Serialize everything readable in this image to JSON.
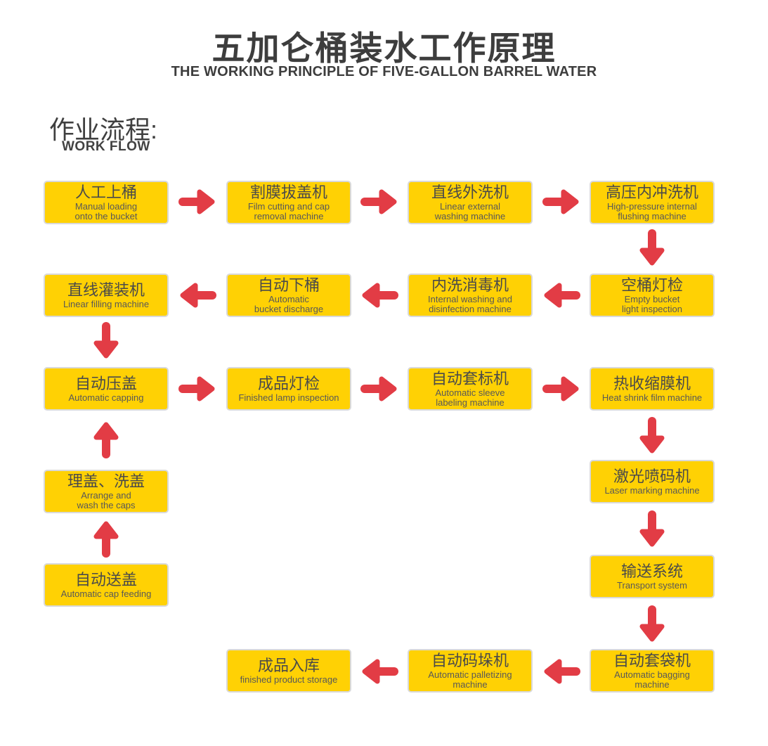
{
  "header": {
    "title_zh": "五加仑桶装水工作原理",
    "subtitle_en": "THE WORKING PRINCIPLE OF FIVE-GALLON BARREL WATER"
  },
  "section": {
    "label_zh": "作业流程:",
    "label_en": "WORK FLOW"
  },
  "colors": {
    "box_fill": "#FFD104",
    "box_border": "#D9D9D9",
    "arrow_red": "#E23C45",
    "title_text": "#3D3D3D",
    "box_title_text": "#4A4A4A",
    "box_subtitle_text": "#585858"
  },
  "flow": {
    "nodes": [
      {
        "id": "manual-loading",
        "title": "人工上桶",
        "subtitle_lines": [
          "Manual loading",
          "onto the bucket"
        ]
      },
      {
        "id": "film-cutting-cap-removal",
        "title": "割膜拔盖机",
        "subtitle_lines": [
          "Film cutting and cap",
          "removal machine"
        ]
      },
      {
        "id": "linear-external-washing",
        "title": "直线外洗机",
        "subtitle_lines": [
          "Linear external",
          "washing machine"
        ]
      },
      {
        "id": "high-pressure-internal-flushing",
        "title": "高压内冲洗机",
        "subtitle_lines": [
          "High-pressure internal",
          "flushing machine"
        ]
      },
      {
        "id": "empty-bucket-light-inspection",
        "title": "空桶灯检",
        "subtitle_lines": [
          "Empty bucket",
          "light inspection"
        ]
      },
      {
        "id": "internal-washing-disinfection",
        "title": "内洗消毒机",
        "subtitle_lines": [
          "Internal washing and",
          "disinfection machine"
        ]
      },
      {
        "id": "automatic-bucket-discharge",
        "title": "自动下桶",
        "subtitle_lines": [
          "Automatic",
          "bucket discharge"
        ]
      },
      {
        "id": "linear-filling",
        "title": "直线灌装机",
        "subtitle_lines": [
          "Linear filling machine"
        ]
      },
      {
        "id": "automatic-capping",
        "title": "自动压盖",
        "subtitle_lines": [
          "Automatic capping"
        ]
      },
      {
        "id": "finished-lamp-inspection",
        "title": "成品灯检",
        "subtitle_lines": [
          "Finished lamp inspection"
        ]
      },
      {
        "id": "automatic-sleeve-labeling",
        "title": "自动套标机",
        "subtitle_lines": [
          "Automatic sleeve",
          "labeling machine"
        ]
      },
      {
        "id": "heat-shrink-film",
        "title": "热收缩膜机",
        "subtitle_lines": [
          "Heat shrink film machine"
        ]
      },
      {
        "id": "laser-marking",
        "title": "激光喷码机",
        "subtitle_lines": [
          "Laser marking machine"
        ]
      },
      {
        "id": "transport-system",
        "title": "输送系统",
        "subtitle_lines": [
          "Transport system"
        ]
      },
      {
        "id": "automatic-bagging",
        "title": "自动套袋机",
        "subtitle_lines": [
          "Automatic bagging",
          "machine"
        ]
      },
      {
        "id": "automatic-palletizing",
        "title": "自动码垛机",
        "subtitle_lines": [
          "Automatic palletizing",
          "machine"
        ]
      },
      {
        "id": "finished-product-storage",
        "title": "成品入库",
        "subtitle_lines": [
          "finished product storage"
        ]
      },
      {
        "id": "arrange-wash-caps",
        "title": "理盖、洗盖",
        "subtitle_lines": [
          "Arrange and",
          "wash the caps"
        ]
      },
      {
        "id": "automatic-cap-feeding",
        "title": "自动送盖",
        "subtitle_lines": [
          "Automatic cap feeding"
        ]
      }
    ],
    "edges": [
      {
        "from": "manual-loading",
        "to": "film-cutting-cap-removal",
        "direction": "right"
      },
      {
        "from": "film-cutting-cap-removal",
        "to": "linear-external-washing",
        "direction": "right"
      },
      {
        "from": "linear-external-washing",
        "to": "high-pressure-internal-flushing",
        "direction": "right"
      },
      {
        "from": "high-pressure-internal-flushing",
        "to": "empty-bucket-light-inspection",
        "direction": "down"
      },
      {
        "from": "empty-bucket-light-inspection",
        "to": "internal-washing-disinfection",
        "direction": "left"
      },
      {
        "from": "internal-washing-disinfection",
        "to": "automatic-bucket-discharge",
        "direction": "left"
      },
      {
        "from": "automatic-bucket-discharge",
        "to": "linear-filling",
        "direction": "left"
      },
      {
        "from": "linear-filling",
        "to": "automatic-capping",
        "direction": "down"
      },
      {
        "from": "automatic-cap-feeding",
        "to": "arrange-wash-caps",
        "direction": "up"
      },
      {
        "from": "arrange-wash-caps",
        "to": "automatic-capping",
        "direction": "up"
      },
      {
        "from": "automatic-capping",
        "to": "finished-lamp-inspection",
        "direction": "right"
      },
      {
        "from": "finished-lamp-inspection",
        "to": "automatic-sleeve-labeling",
        "direction": "right"
      },
      {
        "from": "automatic-sleeve-labeling",
        "to": "heat-shrink-film",
        "direction": "right"
      },
      {
        "from": "heat-shrink-film",
        "to": "laser-marking",
        "direction": "down"
      },
      {
        "from": "laser-marking",
        "to": "transport-system",
        "direction": "down"
      },
      {
        "from": "transport-system",
        "to": "automatic-bagging",
        "direction": "down"
      },
      {
        "from": "automatic-bagging",
        "to": "automatic-palletizing",
        "direction": "left"
      },
      {
        "from": "automatic-palletizing",
        "to": "finished-product-storage",
        "direction": "left"
      }
    ]
  }
}
